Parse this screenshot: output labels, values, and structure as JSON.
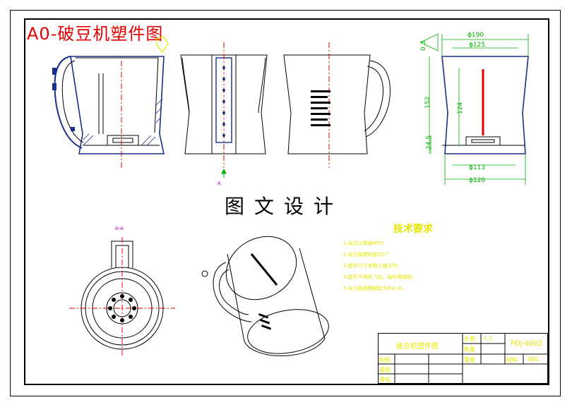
{
  "drawing": {
    "title": "A0-破豆机塑件图",
    "subtitle": "图文设计",
    "section_label": "A-A",
    "section_arrow_label": "A"
  },
  "dimensions": {
    "d190": "ϕ190",
    "d125": "ϕ125",
    "h152": "152",
    "h124": "124",
    "h24": "24.5",
    "d113": "ϕ113",
    "d120": "ϕ120",
    "angle": "0.3"
  },
  "tech_notes": {
    "title": "技术要求",
    "items": [
      "1.未注公差按MT5;",
      "2.未注拔模斜度为1°;",
      "3.塑件尺寸参照三维文件;",
      "4.塑件不得有飞边、缺料等缺陷;",
      "5.未注表面粗糙度为Ra1.6。"
    ]
  },
  "title_block": {
    "part_name": "破豆机塑件图",
    "drawing_no": "PDJ-0002",
    "scale_label": "比例",
    "scale_value": "1:1",
    "quantity_label": "数量",
    "weight_label": "重量",
    "material_label": "材料",
    "material_value": "ABS",
    "designer_label": "制图",
    "checker_label": "描图",
    "reviewer_label": "审核"
  },
  "colors": {
    "line": "#000000",
    "outline_blue": "#1a2f8c",
    "center_red": "#e00000",
    "dim_green": "#00b000",
    "notes_yellow": "#e6e600",
    "marker_magenta": "#c000c0"
  }
}
